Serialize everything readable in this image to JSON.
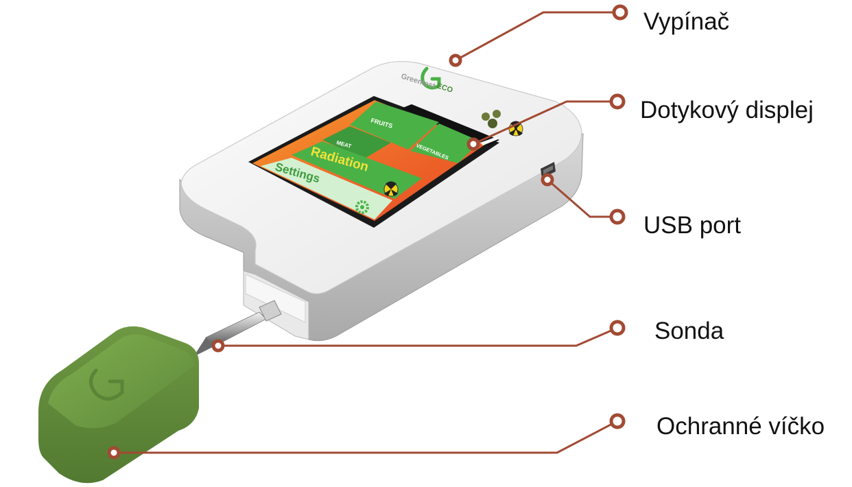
{
  "device": {
    "brand": "Greentest",
    "model": "ECO"
  },
  "screen": {
    "tiles": {
      "fruits": "FRUITS",
      "meat": "MEAT",
      "vegetables": "VEGETABLES",
      "radiation": "Radiation",
      "settings": "Settings"
    }
  },
  "callouts": {
    "power_switch": "Vypínač",
    "touch_display": "Dotykový displej",
    "usb_port": "USB port",
    "probe": "Sonda",
    "protective_cap": "Ochranné víčko"
  },
  "colors": {
    "callout_line": "#a24a33",
    "cap_green": "#6f9a45",
    "tile_green": "#4ab146",
    "screen_orange": "#f07c2a",
    "body_white": "#f1f1f1"
  }
}
